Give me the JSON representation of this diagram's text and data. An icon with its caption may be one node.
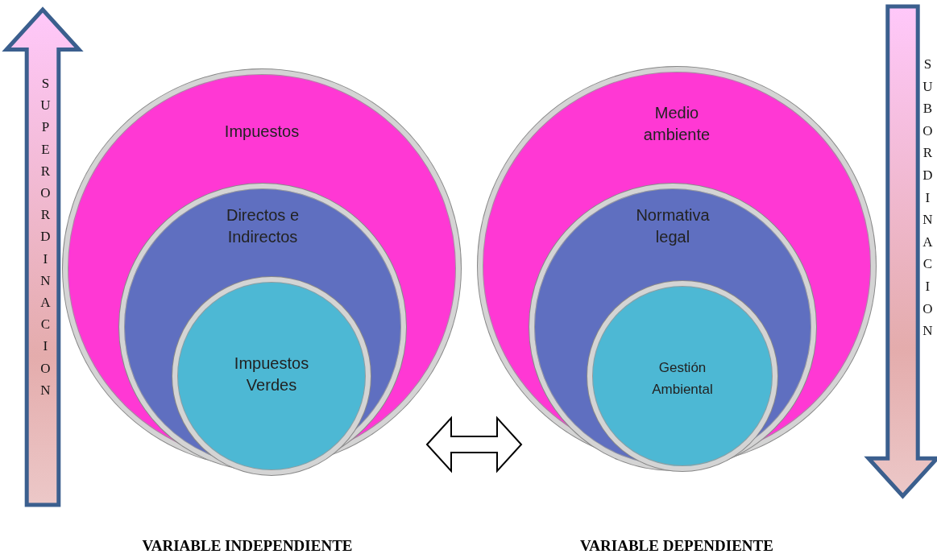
{
  "diagram": {
    "nodes": [
      {
        "text": [
          "Impuestos"
        ]
      },
      {
        "text": [
          "Directos e Indirectos"
        ],
        "in": 0
      },
      {
        "text": [
          "Impuestos Verdes"
        ],
        "in": 1
      },
      {
        "text": [
          "Medio ambiente"
        ]
      },
      {
        "text": [
          "Normativa legal"
        ],
        "in": 3
      },
      {
        "text": [
          "Gestión Ambiental"
        ],
        "in": 4
      },
      {
        "text": [
          "SUPERORDINACION"
        ]
      },
      {
        "text": [
          "SUBORDINACION"
        ]
      }
    ],
    "edges": [
      {
        "from": 0,
        "to": 3,
        "arrow": "both"
      }
    ],
    "labels": [
      "VARIABLE INDEPENDIENTE",
      "VARIABLE DEPENDIENTE"
    ]
  }
}
